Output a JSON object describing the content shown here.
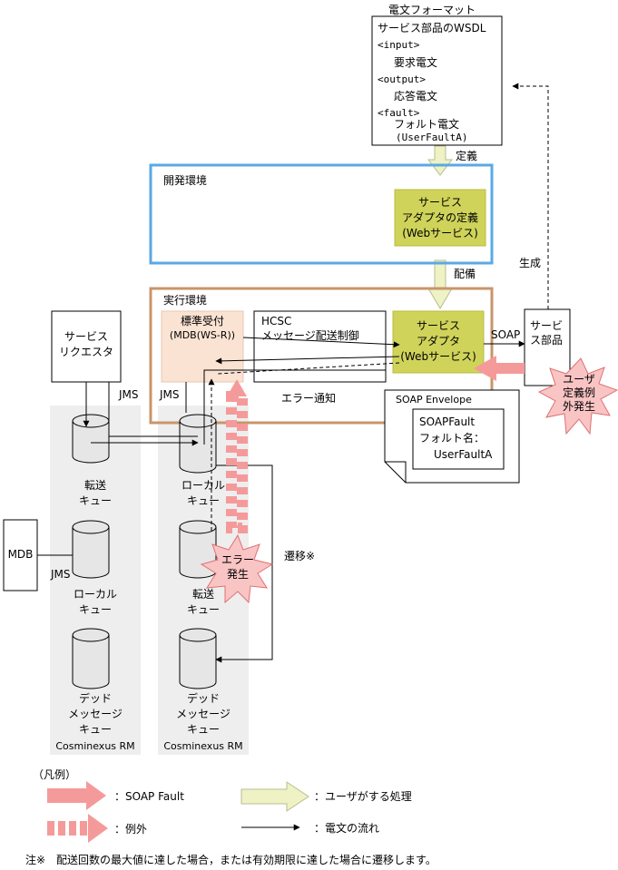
{
  "format_box": {
    "title": "電文フォーマット",
    "lines": [
      "サービス部品のWSDL",
      "<input>",
      "要求電文",
      "<output>",
      "応答電文",
      "<fault>",
      "フォルト電文",
      "(UserFaultA)"
    ]
  },
  "label_definition": "定義",
  "dev_env": {
    "title": "開発環境"
  },
  "adapter_def": {
    "line1": "サービス",
    "line2": "アダプタの定義",
    "line3": "(Webサービス)"
  },
  "label_deploy": "配備",
  "label_generate": "生成",
  "exec_env": {
    "title": "実行環境"
  },
  "std_receiver": {
    "line1": "標準受付",
    "line2": "(MDB(WS-R))"
  },
  "hcsc": {
    "line1": "HCSC",
    "line2": "メッセージ配送制御"
  },
  "adapter": {
    "line1": "サービス",
    "line2": "アダプタ",
    "line3": "(Webサービス)"
  },
  "label_soap": "SOAP",
  "service_part": {
    "line1": "サービ",
    "line2": "ス部品"
  },
  "user_exception": {
    "line1": "ユーザ",
    "line2": "定義例",
    "line3": "外発生"
  },
  "error_notify": "エラー通知",
  "soap_envelope": {
    "title": "SOAP Envelope",
    "line1": "SOAPFault",
    "line2": "フォルト名：",
    "line3": "UserFaultA"
  },
  "requester": {
    "line1": "サービス",
    "line2": "リクエスタ"
  },
  "label_jms_left": "JMS",
  "label_jms_mid": "JMS",
  "label_jms_mdb": "JMS",
  "mdb": "MDB",
  "left_rm": {
    "transfer_queue": {
      "line1": "転送",
      "line2": "キュー"
    },
    "local_queue": {
      "line1": "ローカル",
      "line2": "キュー"
    },
    "dead_queue": {
      "line1": "デッド",
      "line2": "メッセージ",
      "line3": "キュー"
    },
    "name": "Cosminexus RM"
  },
  "right_rm": {
    "local_queue": {
      "line1": "ローカル",
      "line2": "キュー"
    },
    "transfer_queue": {
      "line1": "転送",
      "line2": "キュー"
    },
    "dead_queue": {
      "line1": "デッド",
      "line2": "メッセージ",
      "line3": "キュー"
    },
    "name": "Cosminexus RM"
  },
  "error_occur": {
    "line1": "エラー",
    "line2": "発生"
  },
  "transition": "遷移※",
  "legend": {
    "title": "（凡例）",
    "soap_fault": "：SOAP Fault",
    "exception": "：例外",
    "user_process": "：ユーザがする処理",
    "message_flow": "：電文の流れ"
  },
  "note": "注※　配送回数の最大値に達した場合，または有効期限に達した場合に遷移します。",
  "colors": {
    "dev_border": "#5aa9e6",
    "exec_border": "#c8956a",
    "adapter_fill": "#cfd35a",
    "receiver_fill": "#fbe3d3",
    "rm_fill": "#eeeeee",
    "soap_fault_arrow": "#f59a9a",
    "user_process_arrow": "#eef2c4",
    "starburst": "#f9c4c4"
  }
}
